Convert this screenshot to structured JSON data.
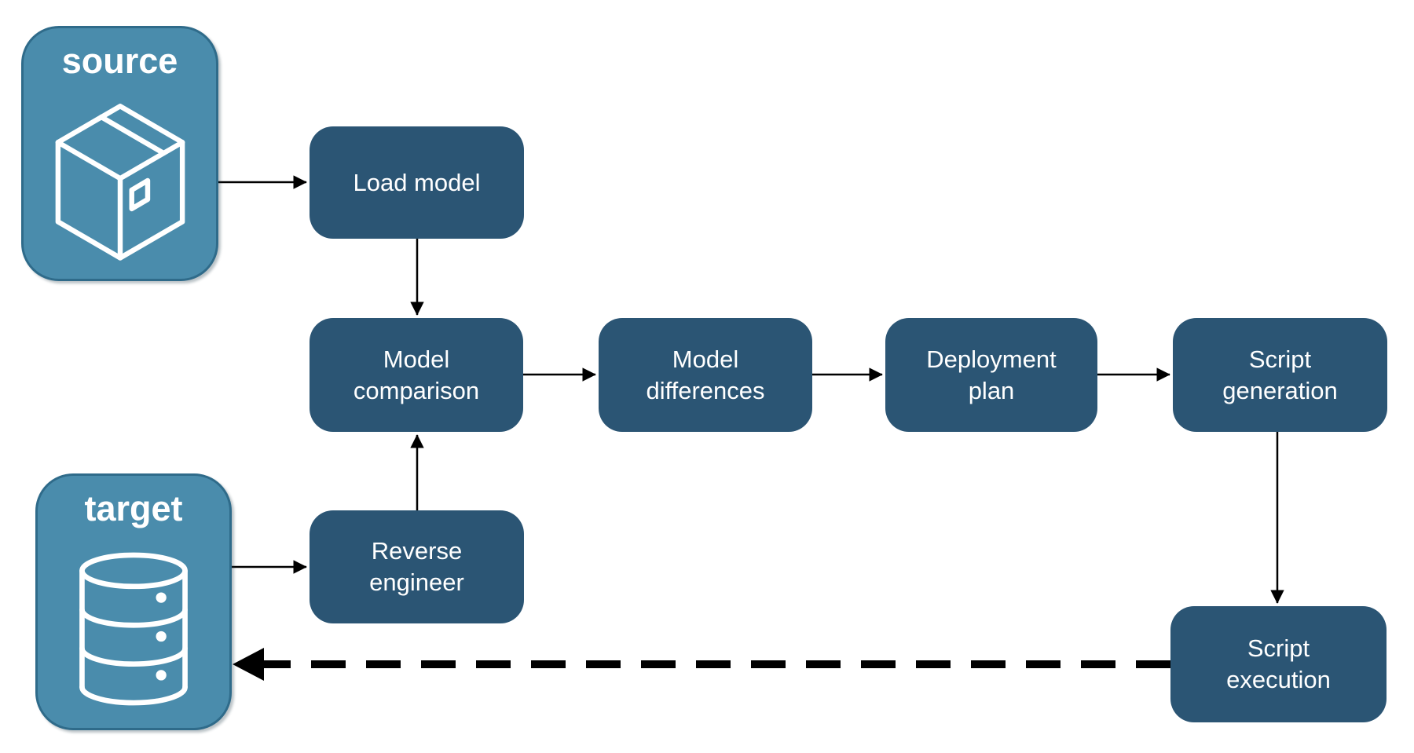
{
  "diagram": {
    "stores": {
      "source": {
        "label": "source",
        "icon": "package-icon"
      },
      "target": {
        "label": "target",
        "icon": "database-icon"
      }
    },
    "nodes": {
      "load_model": {
        "label": "Load model"
      },
      "model_comparison": {
        "label": "Model comparison"
      },
      "model_differences": {
        "label": "Model differences"
      },
      "deployment_plan": {
        "label": "Deployment plan"
      },
      "script_generation": {
        "label": "Script generation"
      },
      "reverse_engineer": {
        "label": "Reverse engineer"
      },
      "script_execution": {
        "label": "Script execution"
      }
    },
    "edges": [
      {
        "from": "source",
        "to": "load_model",
        "style": "solid"
      },
      {
        "from": "load_model",
        "to": "model_comparison",
        "style": "solid"
      },
      {
        "from": "target",
        "to": "reverse_engineer",
        "style": "solid"
      },
      {
        "from": "reverse_engineer",
        "to": "model_comparison",
        "style": "solid"
      },
      {
        "from": "model_comparison",
        "to": "model_differences",
        "style": "solid"
      },
      {
        "from": "model_differences",
        "to": "deployment_plan",
        "style": "solid"
      },
      {
        "from": "deployment_plan",
        "to": "script_generation",
        "style": "solid"
      },
      {
        "from": "script_generation",
        "to": "script_execution",
        "style": "solid"
      },
      {
        "from": "script_execution",
        "to": "target",
        "style": "dashed"
      }
    ],
    "colors": {
      "background": "#ffffff",
      "store_fill": "#4A8CAC",
      "store_border": "#2F6B8A",
      "node_fill": "#2B5574",
      "node_text": "#ffffff",
      "arrow": "#000000"
    }
  }
}
